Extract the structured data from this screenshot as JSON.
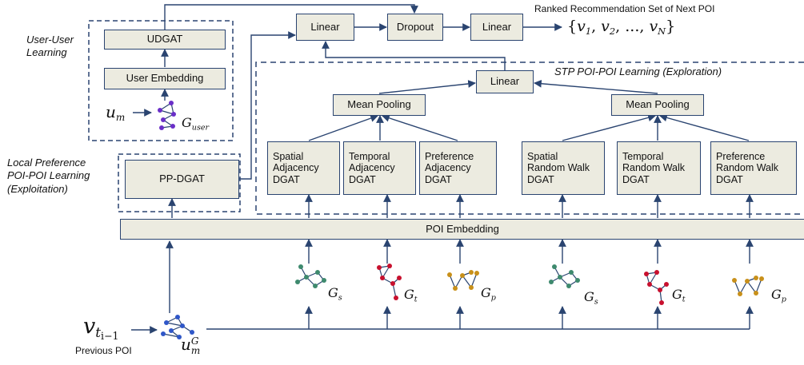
{
  "output": {
    "title": "Ranked Recommendation Set of Next POI",
    "set_prefix": "{",
    "set_v": "v",
    "set_1": "1",
    "set_2": "2",
    "set_sep": ",  ..., ",
    "set_n": "N",
    "set_suffix": "}"
  },
  "top": {
    "linear_1": "Linear",
    "dropout": "Dropout",
    "linear_2": "Linear"
  },
  "user_user": {
    "title_line1": "User-User",
    "title_line2": "Learning",
    "udgat": "UDGAT",
    "user_embedding": "User Embedding",
    "u_m_base": "u",
    "u_m_sub": "m",
    "g_user_base": "G",
    "g_user_sub": "user"
  },
  "local_pref": {
    "title_line1": "Local Preference",
    "title_line2": "POI-POI Learning",
    "title_line3": "(Exploitation)",
    "pp_dgat": "PP-DGAT"
  },
  "stp": {
    "title": "STP POI-POI Learning (Exploration)",
    "linear": "Linear",
    "mean_pooling_left": "Mean Pooling",
    "mean_pooling_right": "Mean Pooling",
    "dgat_boxes": [
      {
        "line1": "Spatial",
        "line2": "Adjacency",
        "line3": "DGAT"
      },
      {
        "line1": "Temporal",
        "line2": "Adjacency",
        "line3": "DGAT"
      },
      {
        "line1": "Preference",
        "line2": "Adjacency",
        "line3": "DGAT"
      },
      {
        "line1": "Spatial",
        "line2": "Random Walk",
        "line3": "DGAT"
      },
      {
        "line1": "Temporal",
        "line2": "Random Walk",
        "line3": "DGAT"
      },
      {
        "line1": "Preference",
        "line2": "Random Walk",
        "line3": "DGAT"
      }
    ]
  },
  "poi_embedding": "POI Embedding",
  "graphs": [
    {
      "base": "G",
      "sub": "s"
    },
    {
      "base": "G",
      "sub": "t"
    },
    {
      "base": "G",
      "sub": "p"
    },
    {
      "base": "G",
      "sub": "s"
    },
    {
      "base": "G",
      "sub": "t"
    },
    {
      "base": "G",
      "sub": "p"
    }
  ],
  "input": {
    "v_base": "v",
    "v_sub": "t",
    "v_subsub": "i−1",
    "previous_poi": "Previous POI",
    "u_base": "u",
    "u_sub": "m",
    "u_sup": "G"
  },
  "colors": {
    "box_fill": "#ecebe0",
    "box_border": "#2a4470",
    "arrow": "#2a4470",
    "node_purple": "#6a2fc8",
    "node_blue": "#2f57c8",
    "node_green": "#3e8a6e",
    "node_red": "#c8102e",
    "node_gold": "#c8901a"
  }
}
